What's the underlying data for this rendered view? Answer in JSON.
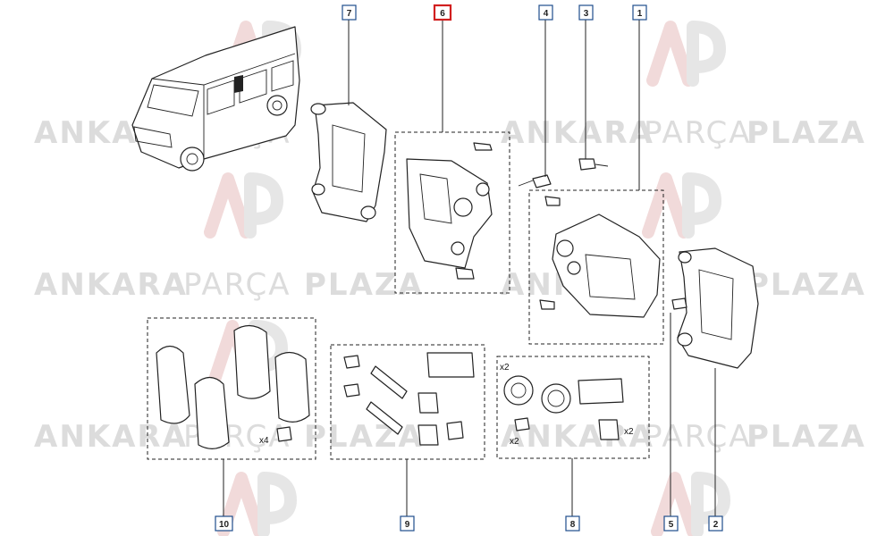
{
  "watermark": {
    "word1": "ANKARA",
    "word2": "PARÇA",
    "word3": "PLAZA",
    "logo_colors": {
      "primary": "#f1dada",
      "secondary": "#e6e6e6"
    }
  },
  "callouts": {
    "c1": "1",
    "c2": "2",
    "c3": "3",
    "c4": "4",
    "c5": "5",
    "c6": "6",
    "c7": "7",
    "c8": "8",
    "c9": "9",
    "c10": "10"
  },
  "highlight_color": "#d11f1f",
  "callout_color": "#1f4e8c",
  "quantities": {
    "pad_bolts": "x4",
    "seal_ring": "x2",
    "seal_screw": "x2",
    "seal_boot": "x2"
  }
}
